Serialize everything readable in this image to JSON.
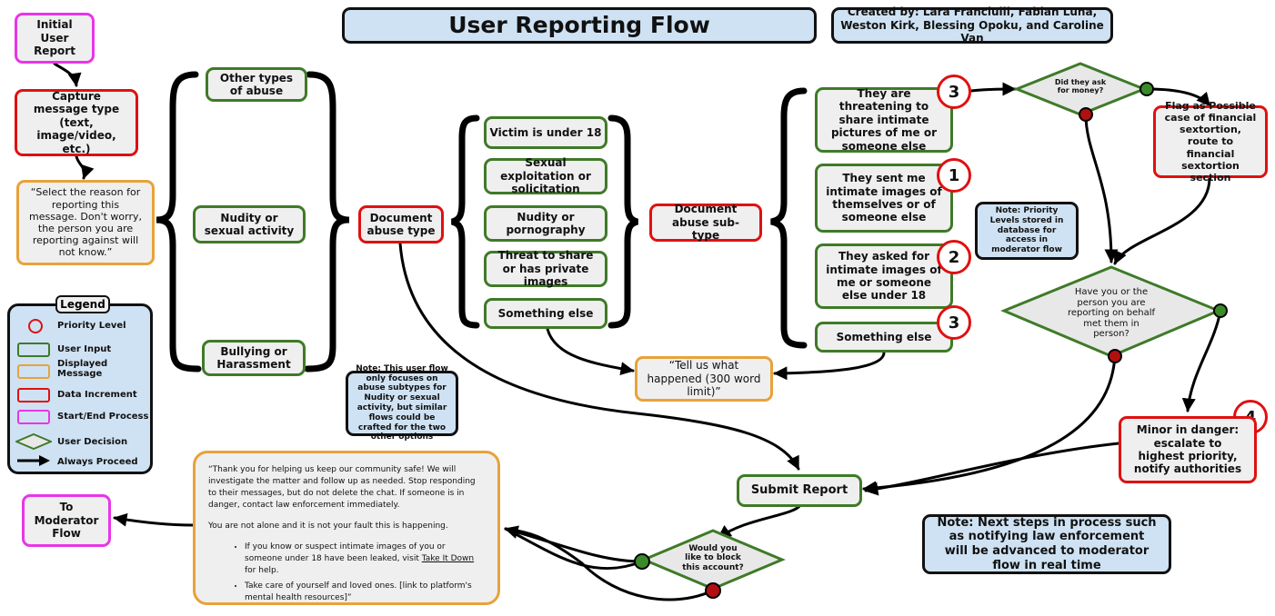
{
  "title": "User Reporting Flow",
  "credits": "Created by: Lara Franciulli, Fabian Luna, Weston Kirk, Blessing Opoku, and Caroline Van",
  "nodes": {
    "initial": "Initial User Report",
    "capture": "Capture message type (text, image/video, etc.)",
    "select_reason": "“Select the reason for reporting this message. Don't worry, the person you are reporting against will not know.”",
    "other_abuse": "Other types of abuse",
    "nudity_sexual": "Nudity or sexual activity",
    "bullying": "Bullying or Harassment",
    "document_type": "Document abuse type",
    "victim_under18": "Victim is under 18",
    "sexual_exploitation": "Sexual exploitation or solicitation",
    "nudity_porn": "Nudity or pornography",
    "threat_share": "Threat to share or has private images",
    "something_else_1": "Something else",
    "document_subtype": "Document abuse sub-type",
    "threatening": "They are threatening to share intimate pictures of me or someone else",
    "sent_me": "They sent me intimate images of themselves or of someone else",
    "asked_for": "They asked for intimate images of me or someone else under 18",
    "something_else_2": "Something else",
    "tell_us": "“Tell us what happened (300 word limit)”",
    "did_they_ask": "Did they ask for money?",
    "flag_financial": "Flag as Possible case of financial sextortion, route to financial sextortion section",
    "met_in_person": "Have you or the person you are reporting on behalf met them in person?",
    "minor_danger": "Minor in danger: escalate to highest priority, notify authorities",
    "submit": "Submit Report",
    "block": "Would you like to block this account?",
    "to_moderator": "To Moderator Flow"
  },
  "priorities": {
    "threatening": "3",
    "sent_me": "1",
    "asked_for": "2",
    "something_else": "3",
    "minor": "4"
  },
  "notes": {
    "priority_levels": "Note: Priority Levels stored in database for access in moderator flow",
    "user_flow": "Note: This user flow only focuses on abuse subtypes for Nudity or sexual activity, but similar flows could be crafted for the two other options",
    "next_steps": "Note: Next steps in process such as notifying law enforcement will be advanced to moderator flow in real time"
  },
  "thank_you": {
    "para1": "“Thank you for helping us keep our community safe! We will investigate the matter and follow up as needed. Stop responding to their messages, but do not delete the chat. If someone is in danger, contact law enforcement immediately.",
    "para2": "You are not alone and it is not your fault this is happening.",
    "bullet1_pre": "If you know or suspect intimate images of you or someone under 18 have been leaked, visit ",
    "bullet1_link": "Take It Down",
    "bullet1_post": " for help.",
    "bullet2": "Take care of yourself and loved ones. [link to platform's mental health resources]”"
  },
  "legend": {
    "title": "Legend",
    "items": [
      "Priority Level",
      "User Input",
      "Displayed Message",
      "Data Increment",
      "Start/End Process",
      "User Decision",
      "Always Proceed"
    ]
  },
  "colors": {
    "data_increment": "#e01010",
    "user_input": "#3f7a28",
    "displayed_message": "#e8a23a",
    "start_end": "#e835e8",
    "note_fill": "#cfe2f3"
  }
}
